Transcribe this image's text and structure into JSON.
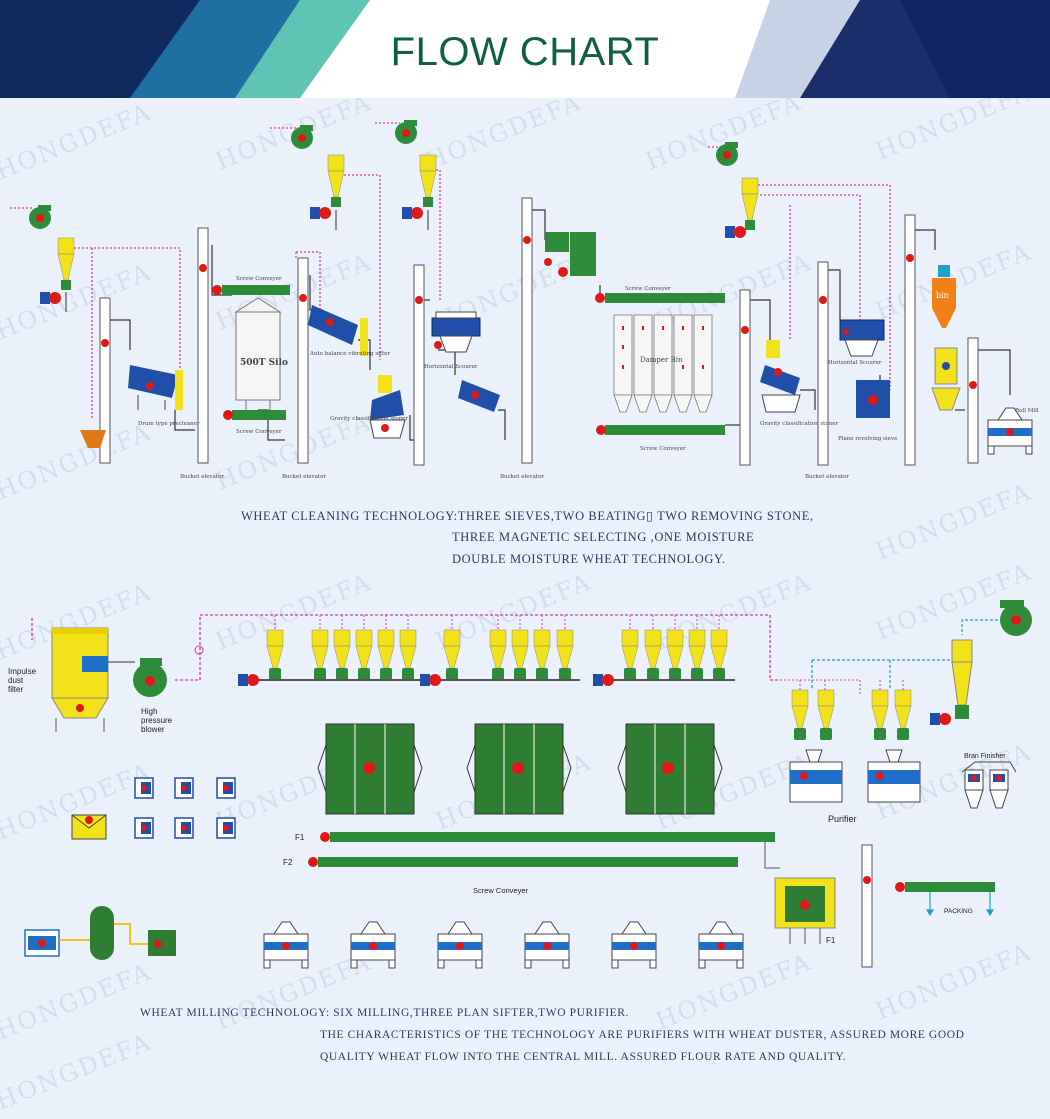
{
  "header": {
    "title": "FLOW CHART",
    "watermark": "HONGDEFA"
  },
  "labels": {
    "drum_precleaner": "Drum type precleaner",
    "silo": "500T Silo",
    "screw_conveyor": "Screw Conveyer",
    "bucket_elevator": "Bucket elevator",
    "vibrating_sifter": "Auto balance vibrating sifter",
    "gravity_stoner": "Gravity classification stoner",
    "horizontal_scourer": "Horizontal Scourer",
    "damper_bin": "Damper Bin",
    "gravity_stoner2": "Gravity classification stoner",
    "horizontal_scourer2": "Horizontal Scourer",
    "plane_sieve": "Plane revolving sieve",
    "bin": "bin",
    "roll_mill": "Roll Mill",
    "impulse_filter_1": "Impulse",
    "impulse_filter_2": "dust",
    "impulse_filter_3": "filter",
    "blower_1": "High",
    "blower_2": "pressure",
    "blower_3": "blower",
    "bran_finisher": "Bran Finisher",
    "purifier": "Purifier",
    "f1": "F1",
    "f2": "F2",
    "screw_conveyor_2": "Screw Conveyer",
    "packing": "PACKING",
    "f1_bottom": "F1"
  },
  "cleaning_text": {
    "line1": "WHEAT CLEANING TECHNOLOGY:THREE SIEVES,TWO BEATING▯ TWO REMOVING STONE,",
    "line2": "THREE MAGNETIC SELECTING ,ONE MOISTURE",
    "line3": "DOUBLE MOISTURE WHEAT TECHNOLOGY."
  },
  "milling_text": {
    "line1": "WHEAT MILLING TECHNOLOGY: SIX MILLING,THREE PLAN SIFTER,TWO PURIFIER.",
    "line2": "THE CHARACTERISTICS OF THE TECHNOLOGY ARE PURIFIERS WITH WHEAT DUSTER, ASSURED MORE GOOD",
    "line3": "QUALITY WHEAT FLOW INTO THE CENTRAL MILL. ASSURED FLOUR RATE AND QUALITY."
  },
  "colors": {
    "green": "#2e8b3a",
    "yellow": "#f2e21a",
    "blue": "#1f4fa8",
    "red": "#e01818",
    "pink_line": "#e23a8c",
    "teal_line": "#20a0a0",
    "title": "#0d6040"
  }
}
